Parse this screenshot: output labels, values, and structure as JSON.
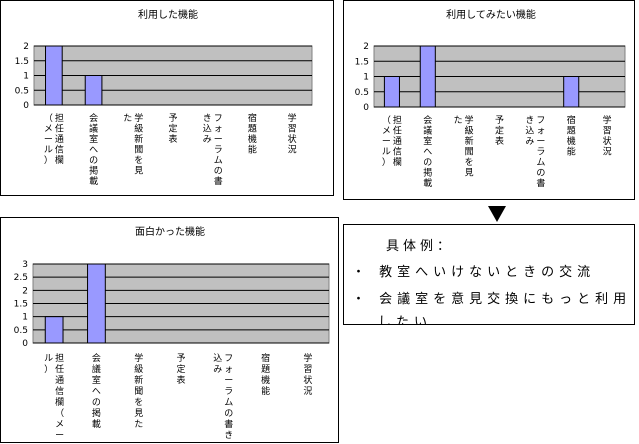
{
  "chart_data": [
    {
      "type": "bar",
      "title": "利用した機能",
      "categories": [
        "担任通信欄（メール）",
        "会議室への掲載",
        "学級新聞を見た",
        "予定表",
        "フォーラムの書き込み",
        "宿題機能",
        "学習状況"
      ],
      "category_label_lines": [
        [
          "担任通信欄",
          "（メール）"
        ],
        [
          "会議室への掲載"
        ],
        [
          "学級新聞を見",
          "た"
        ],
        [
          "予定表"
        ],
        [
          "フォーラムの書",
          "き込み"
        ],
        [
          "宿題機能"
        ],
        [
          "学習状況"
        ]
      ],
      "values": [
        2,
        1,
        0,
        0,
        0,
        0,
        0
      ],
      "yticks": [
        "0",
        "0.5",
        "1",
        "1.5",
        "2"
      ],
      "ylim": [
        0,
        2
      ],
      "grid": true,
      "bar_color": "#9999ff",
      "plot_bg": "#c0c0c0"
    },
    {
      "type": "bar",
      "title": "利用してみたい機能",
      "categories": [
        "担任通信欄（メール）",
        "会議室への掲載",
        "学級新聞を見た",
        "予定表",
        "フォーラムの書き込み",
        "宿題機能",
        "学習状況"
      ],
      "category_label_lines": [
        [
          "担任通信欄",
          "（メール）"
        ],
        [
          "会議室への掲載"
        ],
        [
          "学級新聞を見",
          "た"
        ],
        [
          "予定表"
        ],
        [
          "フォーラムの書",
          "き込み"
        ],
        [
          "宿題機能"
        ],
        [
          "学習状況"
        ]
      ],
      "values": [
        1,
        2,
        0,
        0,
        0,
        1,
        0
      ],
      "yticks": [
        "0",
        "0.5",
        "1",
        "1.5",
        "2"
      ],
      "ylim": [
        0,
        2
      ],
      "grid": true,
      "bar_color": "#9999ff",
      "plot_bg": "#c0c0c0"
    },
    {
      "type": "bar",
      "title": "面白かった機能",
      "categories": [
        "担任通信欄（メール）",
        "会議室への掲載",
        "学級新聞を見た",
        "予定表",
        "フォーラムの書き込み",
        "宿題機能",
        "学習状況"
      ],
      "category_label_lines": [
        [
          "担任通信欄（メー",
          "ル）"
        ],
        [
          "会議室への掲載"
        ],
        [
          "学級新聞を見た"
        ],
        [
          "予定表"
        ],
        [
          "フォーラムの書き",
          "込み"
        ],
        [
          "宿題機能"
        ],
        [
          "学習状況"
        ]
      ],
      "values": [
        1,
        3,
        0,
        0,
        0,
        0,
        0
      ],
      "yticks": [
        "0",
        "0.5",
        "1",
        "1.5",
        "2",
        "2.5",
        "3"
      ],
      "ylim": [
        0,
        3
      ],
      "grid": true,
      "bar_color": "#9999ff",
      "plot_bg": "#c0c0c0"
    }
  ],
  "examples": {
    "title": "具体例：",
    "items": [
      "・ 教室へいけないときの交流",
      "・ 会議室を意見交換にもっと利用",
      "したい"
    ]
  },
  "arrow_icon": "down-arrow-icon"
}
